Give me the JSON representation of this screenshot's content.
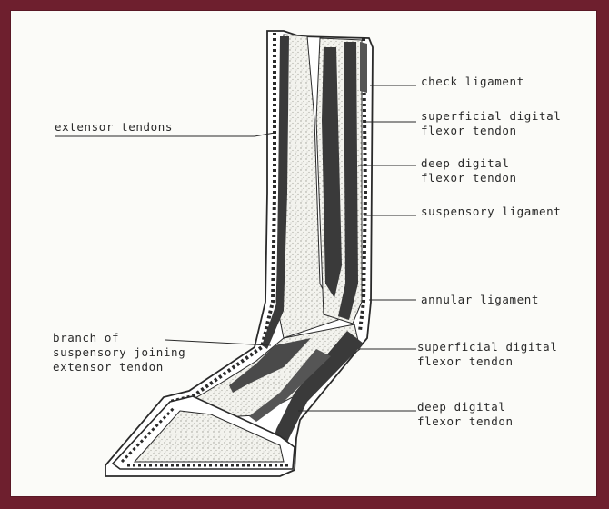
{
  "labels": {
    "extensor_tendons": "extensor tendons",
    "check_ligament": "check ligament",
    "superficial_digital_flexor_top_1": "superficial digital",
    "superficial_digital_flexor_top_2": "flexor tendon",
    "deep_digital_flexor_top_1": "deep digital",
    "deep_digital_flexor_top_2": "flexor tendon",
    "suspensory_ligament": "suspensory ligament",
    "annular_ligament": "annular ligament",
    "branch_1": "branch of",
    "branch_2": "suspensory joining",
    "branch_3": "extensor tendon",
    "superficial_digital_flexor_low_1": "superficial digital",
    "superficial_digital_flexor_low_2": "flexor tendon",
    "deep_digital_flexor_low_1": "deep digital",
    "deep_digital_flexor_low_2": "flexor tendon"
  },
  "colors": {
    "frame": "#6e1f2e",
    "paper": "#fbfbf8",
    "ink": "#2a2a2a",
    "tendon_dark": "#3a3a3a",
    "stipple": "#b9b9b2"
  }
}
